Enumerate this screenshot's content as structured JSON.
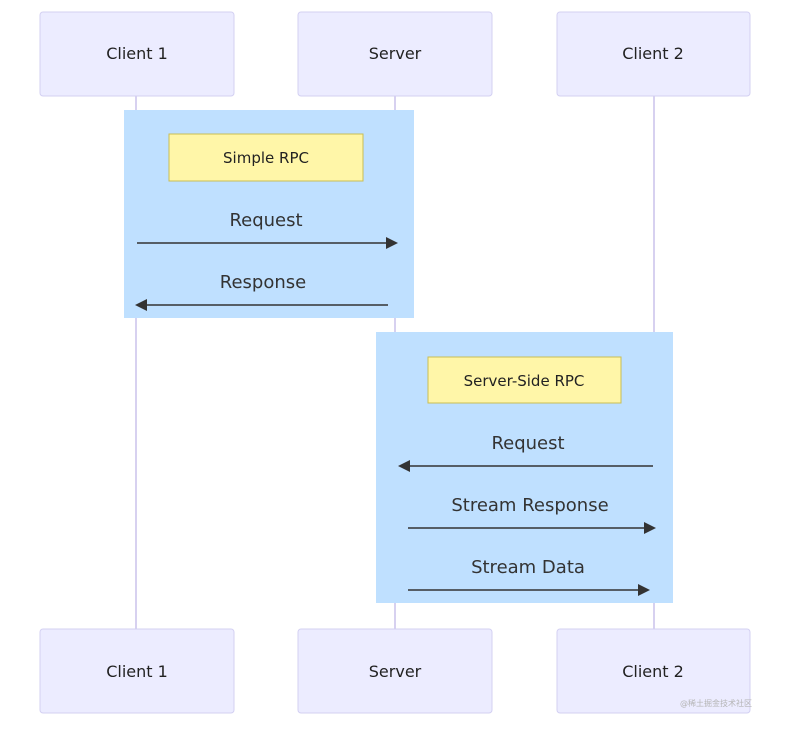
{
  "diagram": {
    "actors": [
      {
        "id": "client1",
        "label": "Client 1"
      },
      {
        "id": "server",
        "label": "Server"
      },
      {
        "id": "client2",
        "label": "Client 2"
      }
    ],
    "blocks": [
      {
        "note": "Simple RPC",
        "messages": [
          {
            "from": "client1",
            "to": "server",
            "label": "Request"
          },
          {
            "from": "server",
            "to": "client1",
            "label": "Response"
          }
        ]
      },
      {
        "note": "Server-Side RPC",
        "messages": [
          {
            "from": "client2",
            "to": "server",
            "label": "Request"
          },
          {
            "from": "server",
            "to": "client2",
            "label": "Stream Response"
          },
          {
            "from": "server",
            "to": "client2",
            "label": "Stream Data"
          }
        ]
      }
    ],
    "colors": {
      "actor_fill": "#ECECFF",
      "block_fill": "#BFE0FF",
      "note_fill": "#FFF6A8",
      "line": "#333333"
    }
  },
  "watermark": "@稀土掘金技术社区"
}
